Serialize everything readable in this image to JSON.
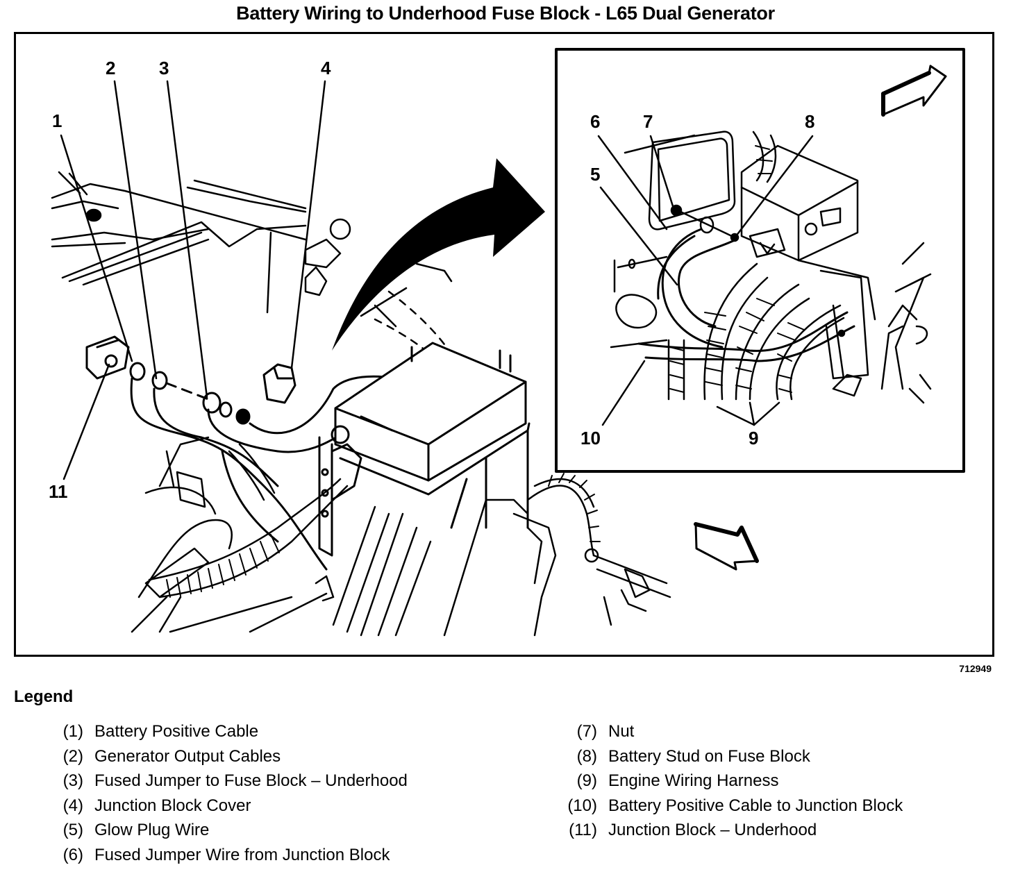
{
  "title": "Battery Wiring to Underhood Fuse Block - L65 Dual Generator",
  "figure_id": "712949",
  "callouts": [
    "1",
    "2",
    "3",
    "4",
    "5",
    "6",
    "7",
    "8",
    "9",
    "10",
    "11"
  ],
  "legend": {
    "title": "Legend",
    "left_items": [
      {
        "num": "(1)",
        "label": "Battery Positive Cable"
      },
      {
        "num": "(2)",
        "label": "Generator Output Cables"
      },
      {
        "num": "(3)",
        "label": "Fused Jumper to Fuse Block – Underhood"
      },
      {
        "num": "(4)",
        "label": "Junction Block Cover"
      },
      {
        "num": "(5)",
        "label": "Glow Plug Wire"
      },
      {
        "num": "(6)",
        "label": "Fused Jumper Wire from Junction Block"
      }
    ],
    "right_items": [
      {
        "num": "(7)",
        "label": "Nut"
      },
      {
        "num": "(8)",
        "label": "Battery Stud on Fuse Block"
      },
      {
        "num": "(9)",
        "label": "Engine Wiring Harness"
      },
      {
        "num": "(10)",
        "label": "Battery Positive Cable to Junction Block"
      },
      {
        "num": "(11)",
        "label": "Junction Block – Underhood"
      }
    ]
  },
  "icons": {
    "detail_arrow": "curved-arrow-icon",
    "forward_arrow_inset": "vehicle-forward-arrow-icon",
    "forward_arrow_main": "vehicle-forward-arrow-icon"
  }
}
